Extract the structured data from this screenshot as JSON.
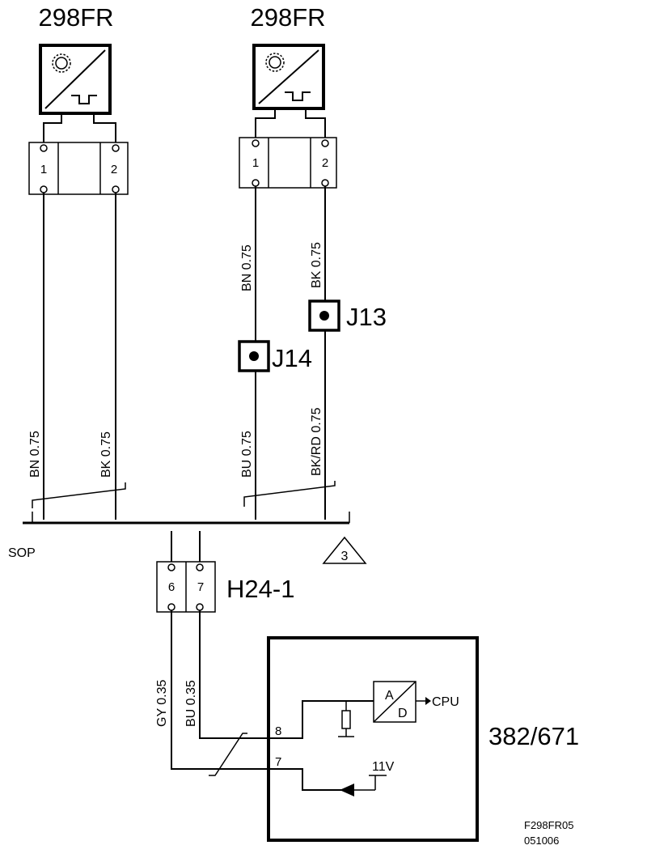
{
  "sensors": [
    {
      "label": "298FR",
      "pins": [
        "1",
        "2"
      ]
    },
    {
      "label": "298FR",
      "pins": [
        "1",
        "2"
      ]
    }
  ],
  "wires": {
    "left_pin1": "BN 0.75",
    "left_pin2": "BK 0.75",
    "right_pin1_upper": "BN 0.75",
    "right_pin2_upper": "BK 0.75",
    "right_pin1_lower": "BU 0.75",
    "right_pin2_lower": "BK/RD 0.75",
    "connector_pin6": "GY 0.35",
    "connector_pin7": "BU 0.35"
  },
  "junctions": {
    "j14": "J14",
    "j13": "J13"
  },
  "sop_label": "SOP",
  "note_triangle": "3",
  "connector": {
    "label": "H24-1",
    "pins": [
      "6",
      "7"
    ]
  },
  "ecu": {
    "label": "382/671",
    "pin_upper": "8",
    "pin_lower": "7",
    "adc_a": "A",
    "adc_d": "D",
    "cpu": "CPU",
    "voltage": "11V"
  },
  "footer": {
    "code": "F298FR05",
    "date": "051006"
  }
}
